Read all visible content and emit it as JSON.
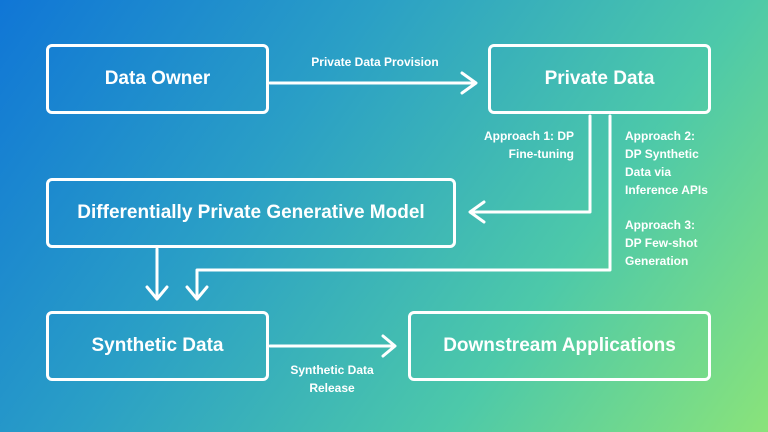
{
  "nodes": {
    "data_owner": "Data Owner",
    "private_data": "Private Data",
    "dp_model": "Differentially Private Generative Model",
    "synthetic_data": "Synthetic Data",
    "downstream": "Downstream Applications"
  },
  "edges": {
    "provision": "Private Data Provision",
    "approach1_line1": "Approach 1: DP",
    "approach1_line2": "Fine-tuning",
    "approach2_line1": "Approach 2:",
    "approach2_line2": "DP Synthetic",
    "approach2_line3": "Data via",
    "approach2_line4": "Inference APIs",
    "approach3_line1": "Approach 3:",
    "approach3_line2": "DP Few-shot",
    "approach3_line3": "Generation",
    "release_line1": "Synthetic Data",
    "release_line2": "Release"
  },
  "colors": {
    "gradient_start": "#1076d6",
    "gradient_end": "#8ae37a",
    "stroke": "#ffffff"
  }
}
